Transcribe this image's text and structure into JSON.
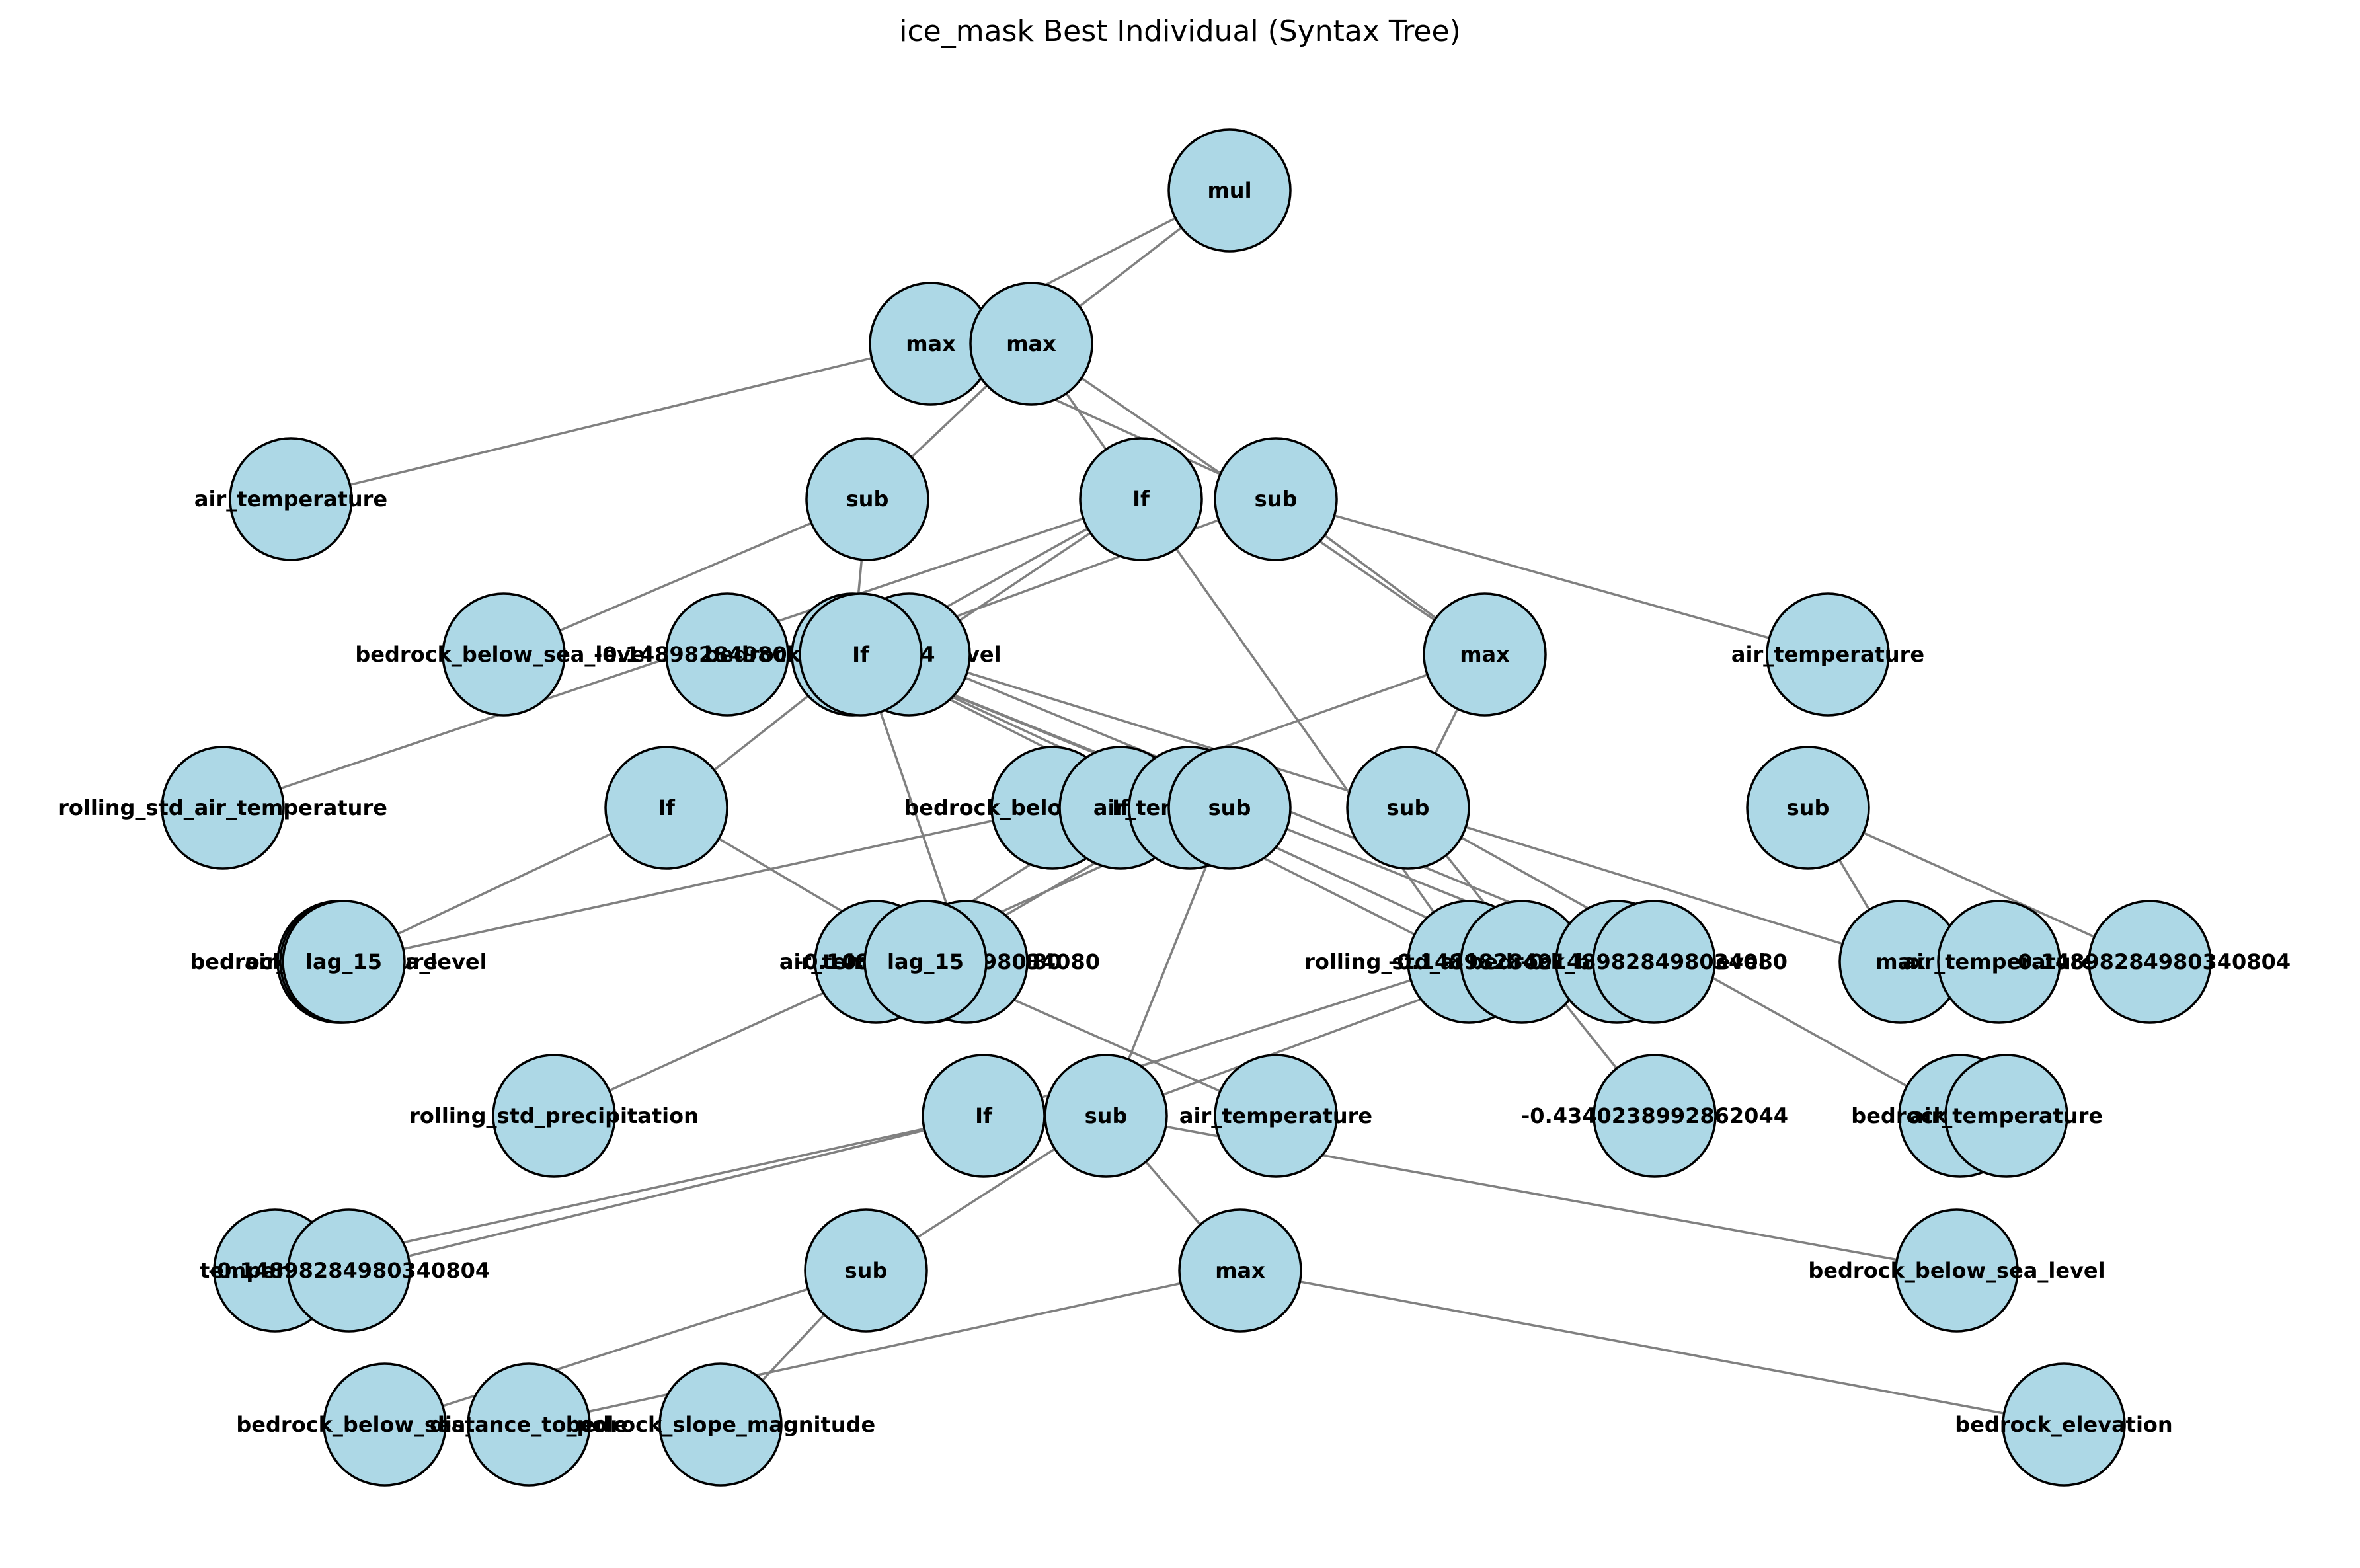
{
  "title": "ice_mask Best Individual (Syntax Tree)",
  "colors": {
    "node_fill": "#add8e6",
    "node_stroke": "#000000",
    "edge": "#808080"
  },
  "nodes": [
    {
      "id": "n0",
      "label": "mul"
    },
    {
      "id": "n1",
      "label": "max"
    },
    {
      "id": "n2",
      "label": "max"
    },
    {
      "id": "n3",
      "label": "air_temperature"
    },
    {
      "id": "n4",
      "label": "sub"
    },
    {
      "id": "n5",
      "label": "If"
    },
    {
      "id": "n6",
      "label": "sub"
    },
    {
      "id": "n7",
      "label": "bedrock_below_sea_level"
    },
    {
      "id": "n8",
      "label": "-0.1489828498034080"
    },
    {
      "id": "n9",
      "label": "bedrock_below_sea_level"
    },
    {
      "id": "n10",
      "label": "0.14"
    },
    {
      "id": "n11",
      "label": "If"
    },
    {
      "id": "n12",
      "label": "max"
    },
    {
      "id": "n13",
      "label": "air_temperature"
    },
    {
      "id": "n14",
      "label": "rolling_std_air_temperature"
    },
    {
      "id": "n15",
      "label": "If"
    },
    {
      "id": "n16",
      "label": "bedrock_below_sea_level"
    },
    {
      "id": "n17",
      "label": "If"
    },
    {
      "id": "n18",
      "label": "air_temperature"
    },
    {
      "id": "n19",
      "label": "sub"
    },
    {
      "id": "n20",
      "label": "sub"
    },
    {
      "id": "n21",
      "label": "sub"
    },
    {
      "id": "n22",
      "label": "bedrock_below_sea_level"
    },
    {
      "id": "n23",
      "label": "air_temperature"
    },
    {
      "id": "n24",
      "label": "lag_15"
    },
    {
      "id": "n25",
      "label": "air_temperature"
    },
    {
      "id": "n26",
      "label": "-0.1489828498034080"
    },
    {
      "id": "n27",
      "label": "-0.1489828498034080"
    },
    {
      "id": "n28",
      "label": "lag_15"
    },
    {
      "id": "n29",
      "label": "rolling_std_air_temperature"
    },
    {
      "id": "n30",
      "label": "-0.1489828498034080"
    },
    {
      "id": "n31",
      "label": "bedrock_below_sea_level"
    },
    {
      "id": "n32",
      "label": "-0.1489828498034080"
    },
    {
      "id": "n33",
      "label": "max"
    },
    {
      "id": "n34",
      "label": "air_temperature"
    },
    {
      "id": "n35",
      "label": "-0.14898284980340804"
    },
    {
      "id": "n36",
      "label": "rolling_std_precipitation"
    },
    {
      "id": "n37",
      "label": "If"
    },
    {
      "id": "n38",
      "label": "sub"
    },
    {
      "id": "n39",
      "label": "air_temperature"
    },
    {
      "id": "n40",
      "label": "-0.4340238992862044"
    },
    {
      "id": "n41",
      "label": "bedrock_elevation"
    },
    {
      "id": "n42",
      "label": "air_temperature"
    },
    {
      "id": "n43",
      "label": "temperature"
    },
    {
      "id": "n44",
      "label": "-0.14898284980340804"
    },
    {
      "id": "n45",
      "label": "sub"
    },
    {
      "id": "n46",
      "label": "max"
    },
    {
      "id": "n47",
      "label": "bedrock_below_sea_level"
    },
    {
      "id": "n48",
      "label": "bedrock_below_sea_level"
    },
    {
      "id": "n49",
      "label": "distance_to_pole"
    },
    {
      "id": "n50",
      "label": "bedrock_slope_magnitude"
    },
    {
      "id": "n51",
      "label": "bedrock_elevation"
    }
  ]
}
